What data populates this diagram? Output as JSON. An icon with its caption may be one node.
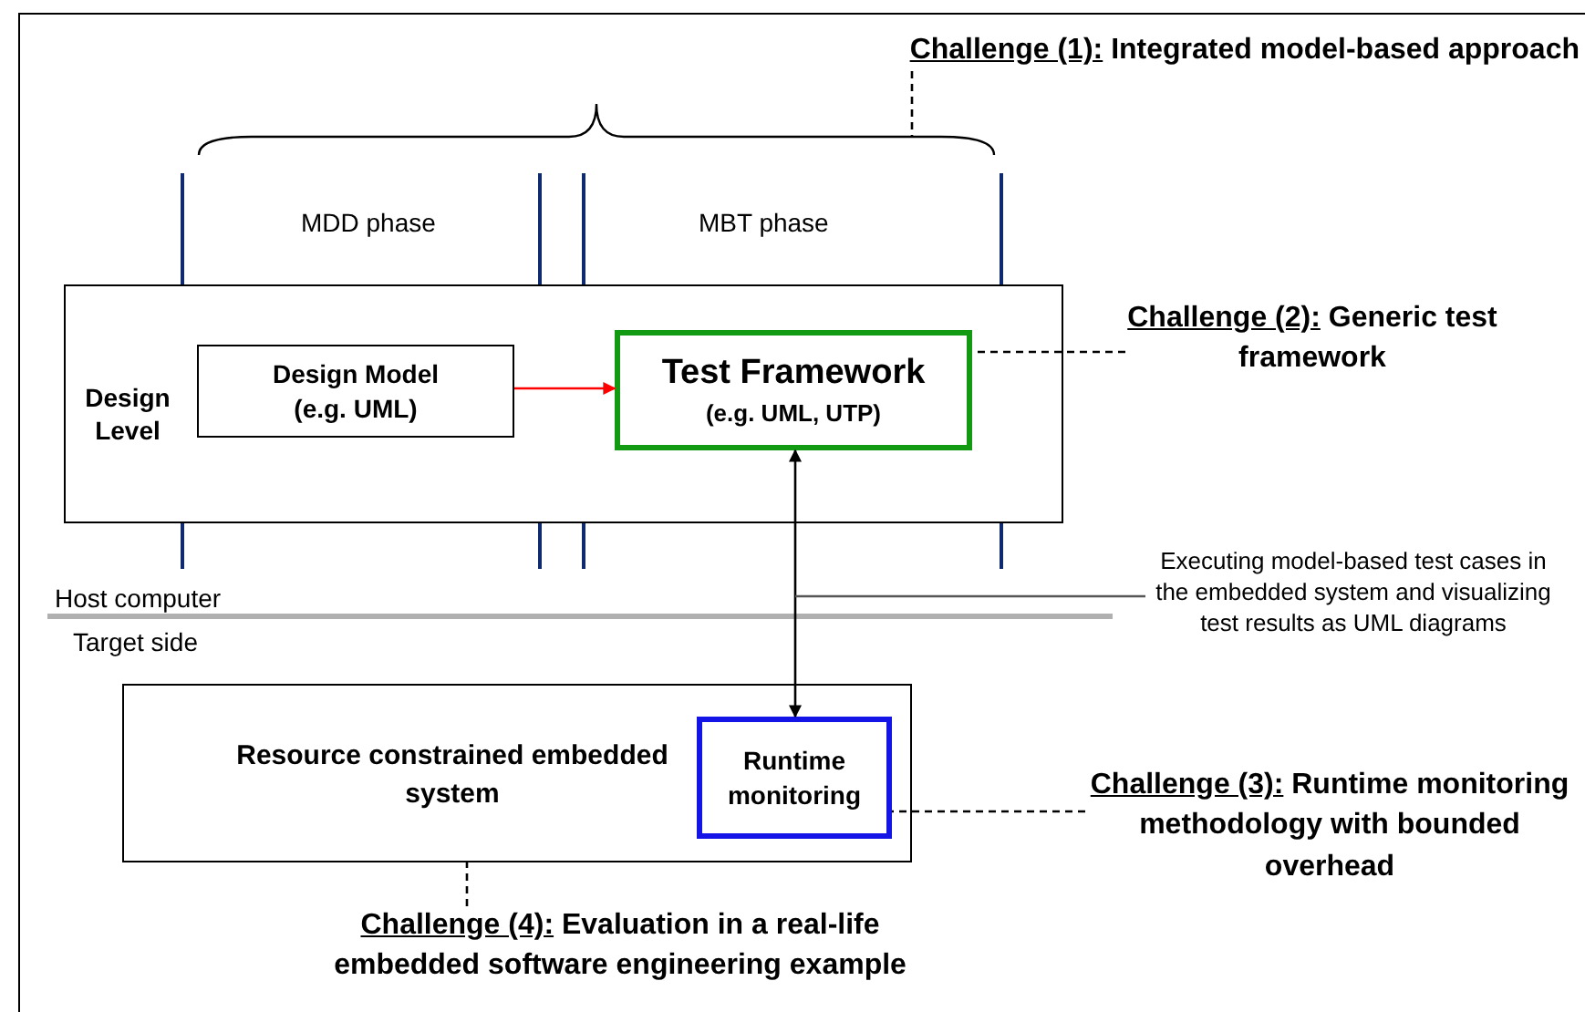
{
  "diagram": {
    "nodes": [
      {
        "text": [
          "Challenge (1):",
          "Integrated model-based approach"
        ]
      },
      {
        "text": [],
        "shape": "brace"
      },
      {
        "text": [
          "Design Level"
        ]
      },
      {
        "text": [
          "Design Model",
          "(e.g. UML)"
        ],
        "in": 2
      },
      {
        "text": [
          "Test Framework",
          "(e.g. UML, UTP)"
        ],
        "in": 2
      },
      {
        "text": [
          "Challenge (2):",
          "Generic test framework"
        ]
      },
      {
        "text": [
          "Executing model-based test cases in the embedded system and visualizing test results as UML diagrams"
        ]
      },
      {
        "text": [
          "Resource constrained embedded system"
        ]
      },
      {
        "text": [
          "Runtime monitoring"
        ],
        "in": 7
      },
      {
        "text": [
          "Challenge (3):",
          "Runtime monitoring methodology with bounded overhead"
        ]
      },
      {
        "text": [
          "Challenge (4):",
          "Evaluation in a real-life embedded software engineering example"
        ]
      }
    ],
    "edges": [
      {
        "from": 0,
        "to": 1,
        "arrow": "none",
        "style": "dashed"
      },
      {
        "from": 3,
        "to": 4,
        "arrow": "to",
        "color": "#ff0000"
      },
      {
        "from": 5,
        "to": 4,
        "arrow": "none",
        "style": "dashed"
      },
      {
        "from": 8,
        "to": 4,
        "arrow": "both"
      },
      {
        "from": 6,
        "to": null,
        "arrow": "none"
      },
      {
        "from": 9,
        "to": 8,
        "arrow": "none",
        "style": "dashed"
      },
      {
        "from": 10,
        "to": 7,
        "arrow": "none",
        "style": "dashed"
      }
    ],
    "labels": [
      "MDD phase",
      "MBT phase",
      "Host computer",
      "Target side"
    ]
  }
}
